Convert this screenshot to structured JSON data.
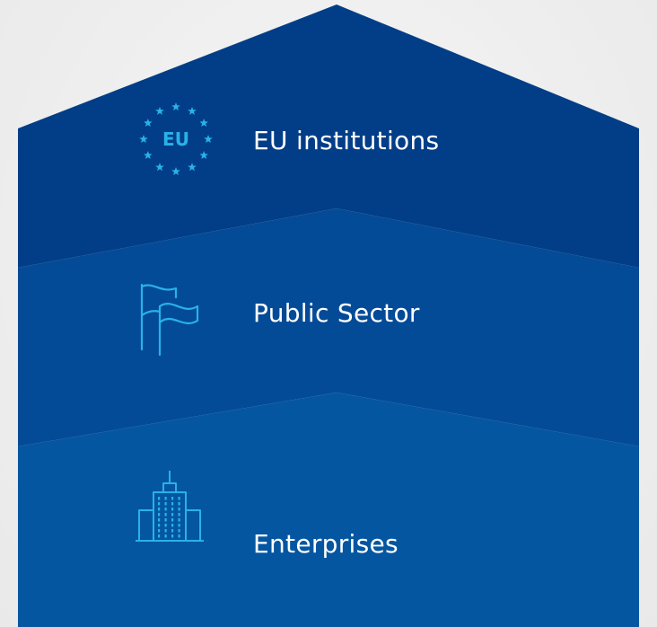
{
  "tiers": [
    {
      "label": "EU institutions",
      "icon": "eu-stars-icon",
      "badge_text": "EU"
    },
    {
      "label": "Public Sector",
      "icon": "flags-icon"
    },
    {
      "label": "Enterprises",
      "icon": "building-icon"
    }
  ],
  "colors": {
    "top_tier": "#023e87",
    "middle_tier": "#044b97",
    "bottom_tier": "#0556a1",
    "icon_accent": "#29b1ea",
    "text": "#ffffff",
    "background": "#efefef"
  }
}
